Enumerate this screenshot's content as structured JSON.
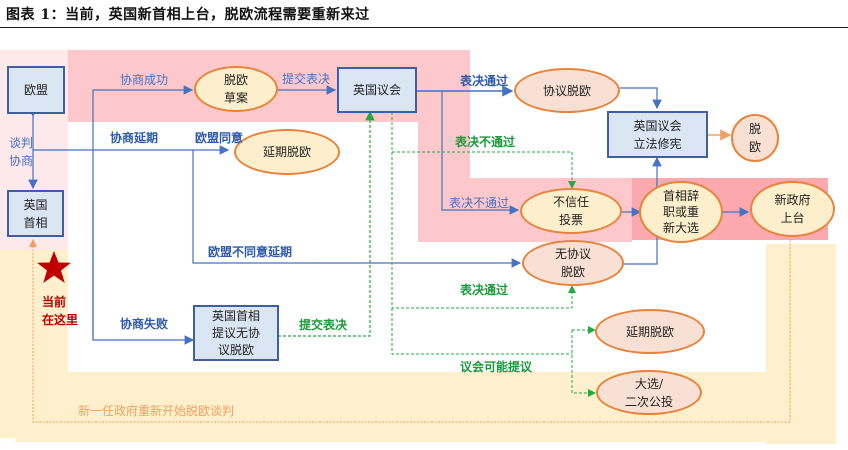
{
  "title": "图表 1：当前，英国新首相上台，脱欧流程需要重新来过",
  "colors": {
    "region_pink": "#fcc8cb",
    "region_pink_light": "#fde8ea",
    "region_pink_strong": "#fba8ae",
    "region_cream": "#fef0cc",
    "node_fill_blue": "#dbe6f4",
    "node_border_blue": "#3f5f9e",
    "ellipse_border": "#e8833a",
    "ellipse_fill_yellow": "#fdefcb",
    "ellipse_fill_pink": "#f9e0d4",
    "arrow_blue": "#4472c4",
    "arrow_green": "#22aa44",
    "arrow_orange": "#f0a060",
    "marker_red": "#c00000"
  },
  "nodes": {
    "eu": "欧盟",
    "uk_pm": "英国首相",
    "brexit_draft": "脱欧草案",
    "uk_parliament": "英国议会",
    "deal_brexit": "协议脱欧",
    "parliament_legislate": "英国议会立法修宪",
    "brexit": "脱欧",
    "delay_brexit_1": "延期脱欧",
    "no_confidence": "不信任投票",
    "pm_resign": "首相辞职或重新大选",
    "new_gov": "新政府上台",
    "no_deal_brexit": "无协议脱欧",
    "pm_propose_no_deal": "英国首相提议无协议脱欧",
    "delay_brexit_2": "延期脱欧",
    "election_referendum": "大选/二次公投"
  },
  "node_lines": {
    "uk_pm": [
      "英国",
      "首相"
    ],
    "brexit_draft": [
      "脱欧",
      "草案"
    ],
    "parliament_legislate": [
      "英国议会",
      "立法修宪"
    ],
    "brexit": [
      "脱",
      "欧"
    ],
    "no_confidence": [
      "不信任",
      "投票"
    ],
    "pm_resign": [
      "首相辞",
      "职或重",
      "新大选"
    ],
    "new_gov": [
      "新政府",
      "上台"
    ],
    "no_deal_brexit": [
      "无协议",
      "脱欧"
    ],
    "pm_propose_no_deal": [
      "英国首相",
      "提议无协",
      "议脱欧"
    ],
    "election_referendum": [
      "大选/",
      "二次公投"
    ]
  },
  "edge_labels": {
    "negotiation": [
      "谈判",
      "协商"
    ],
    "negotiation_success": "协商成功",
    "submit_vote_1": "提交表决",
    "vote_pass_1": "表决通过",
    "vote_fail_green": "表决不通过",
    "vote_fail_blue": "表决不通过",
    "negotiation_delay": "协商延期",
    "eu_agrees": "欧盟同意",
    "eu_disagrees_delay": "欧盟不同意延期",
    "negotiation_fail": "协商失败",
    "submit_vote_2": "提交表决",
    "vote_pass_2": "表决通过",
    "parliament_may_propose": "议会可能提议",
    "new_gov_restart": "新一任政府重新开始脱欧谈判"
  },
  "marker": {
    "icon": "star-icon",
    "lines": [
      "当前",
      "在这里"
    ]
  }
}
